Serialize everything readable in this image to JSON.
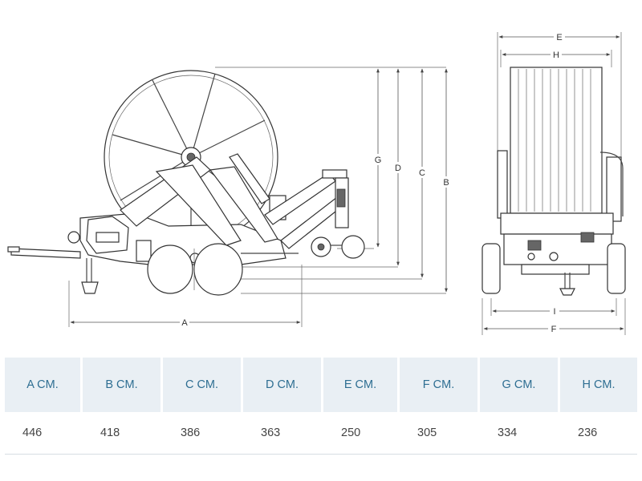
{
  "dimension_letters": {
    "a": "A",
    "b": "B",
    "c": "C",
    "d": "D",
    "e": "E",
    "f": "F",
    "g": "G",
    "h": "H",
    "i": "I"
  },
  "table": {
    "headers": [
      "A CM.",
      "B CM.",
      "C CM.",
      "D CM.",
      "E CM.",
      "F CM.",
      "G CM.",
      "H CM."
    ],
    "values": [
      "446",
      "418",
      "386",
      "363",
      "250",
      "305",
      "334",
      "236"
    ]
  }
}
